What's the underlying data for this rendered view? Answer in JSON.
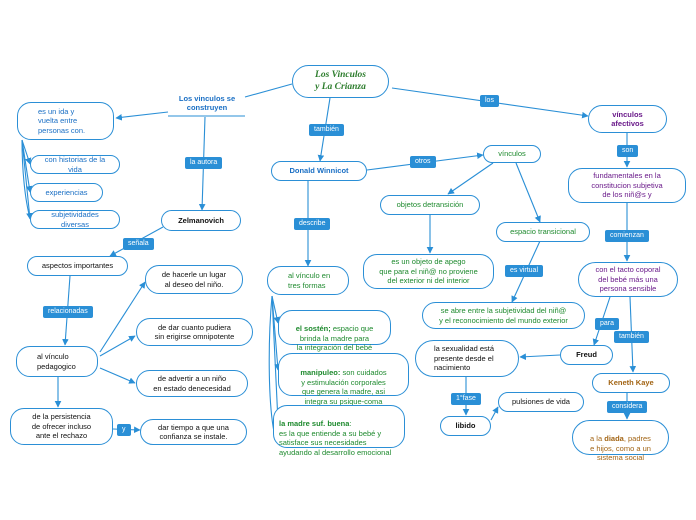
{
  "central": {
    "line1": "Los Vinculos",
    "line2": "y La Crianza"
  },
  "links": {
    "construyen": "Los vinculos se construyen",
    "tambien1": "también",
    "los": "los",
    "la_autora": "la autora",
    "senala": "señala",
    "relacionadas": "relacionadas",
    "y": "y",
    "describe": "describe",
    "otros": "otros",
    "es_virtual": "es virtual",
    "son": "son",
    "comienzan": "comienzan",
    "para": "para",
    "tambien2": "también",
    "fase": "1°fase",
    "considera": "considera"
  },
  "nodes": {
    "es_un_ida": "es un ida y\nvuelta entre\npersonas con.",
    "historias": "con historias de la vida",
    "experiencias": "experiencias",
    "subjetividades": "subjetividades diversas",
    "zelmanovich": "Zelmanovich",
    "aspectos": "aspectos importantes",
    "vinculo_pedagogico": "al vínculo\npedagogico",
    "persistencia": "de la persistencia\nde ofrecer incluso\nante el rechazo",
    "lugar": "de hacerle un lugar\nal deseo del niño.",
    "omnipotente": "de dar cuanto pudiera\nsin erigirse omnipotente",
    "advertir": "de advertir a un niño\nen estado denecesidad",
    "confianza": "dar tiempo a que una\nconfianza se instale.",
    "winnicott": "Donald Winnicot",
    "tres_formas": "al vínculo en\ntres formas",
    "sosten_b": "el sostén;",
    "sosten_t": " espacio que\nbrinda la madre para\nla integración del bebé",
    "manipuleo_b": "manipuleo:",
    "manipuleo_t": " son cuidados\ny estimulación corporales\nque genera la madre, asi\nintegra su psique-coma",
    "madre_b": "la madre suf. buena",
    "madre_t": ":\nes la que entiende a su bebé y\nsatisface sus necesidades\nayudando al desarrollo emocional",
    "vinculos_mid": "vínculos",
    "objetos": "objetos detransición",
    "objeto_apego": "es un objeto de apego\nque para el niñ@ no proviene\ndel exterior ni del interior",
    "espacio": "espacio transicional",
    "subjetividad": "se abre entre la subjetividad del niñ@\ny el reconocimiento del mundo exterior",
    "freud": "Freud",
    "sexualidad": "la sexualidad está\npresente desde el\nnacimiento",
    "libido": "libido",
    "pulsiones": "pulsiones de vida",
    "afectivos": "vínculos\nafectivos",
    "fundamentales": "fundamentales en la\nconstitucion subjetiva\nde los niñ@s y",
    "tacto": "con el tacto coporal\ndel bebé más una\npersona sensible",
    "kaye": "Keneth Kaye",
    "diada_a": "a la ",
    "diada_b": "diada",
    "diada_c": ", padres\ne hijos, como a un\nsistema social"
  }
}
